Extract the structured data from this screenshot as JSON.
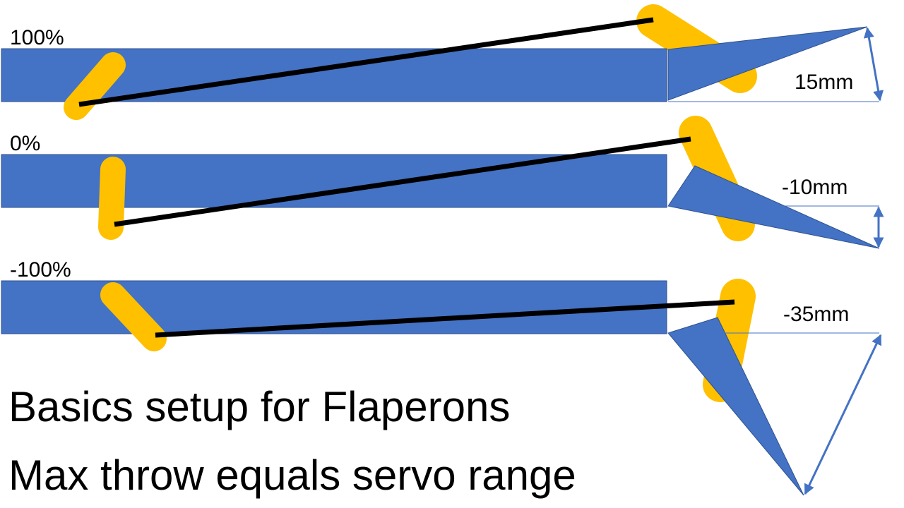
{
  "colors": {
    "wing": "#4472c4",
    "servo_arm": "#ffc000",
    "pushrod": "#000000",
    "dimension": "#4472c4"
  },
  "rows": [
    {
      "position_label": "100%",
      "throw_label": "15mm"
    },
    {
      "position_label": "0%",
      "throw_label": "-10mm"
    },
    {
      "position_label": "-100%",
      "throw_label": "-35mm"
    }
  ],
  "caption": {
    "line1": "Basics setup for Flaperons",
    "line2": "Max throw equals servo range"
  }
}
